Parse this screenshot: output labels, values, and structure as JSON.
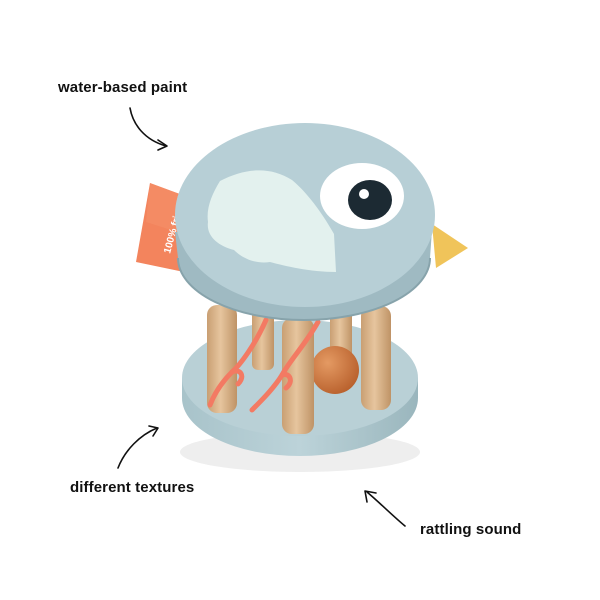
{
  "callouts": {
    "paint": "water-based paint",
    "textures": "different textures",
    "sound": "rattling sound"
  },
  "product": {
    "tag_text": "100% friendly"
  },
  "colors": {
    "body_blue": "#b6cfd6",
    "body_blue_dark": "#9bb7bf",
    "wing": "#e3f1ee",
    "eye_dark": "#1c2a33",
    "beak": "#f0c45a",
    "tag": "#f3845d",
    "cord": "#f37a63",
    "wood": "#d8b48a",
    "ball": "#d27a43"
  },
  "icons": [
    "curved-arrow-icon"
  ]
}
